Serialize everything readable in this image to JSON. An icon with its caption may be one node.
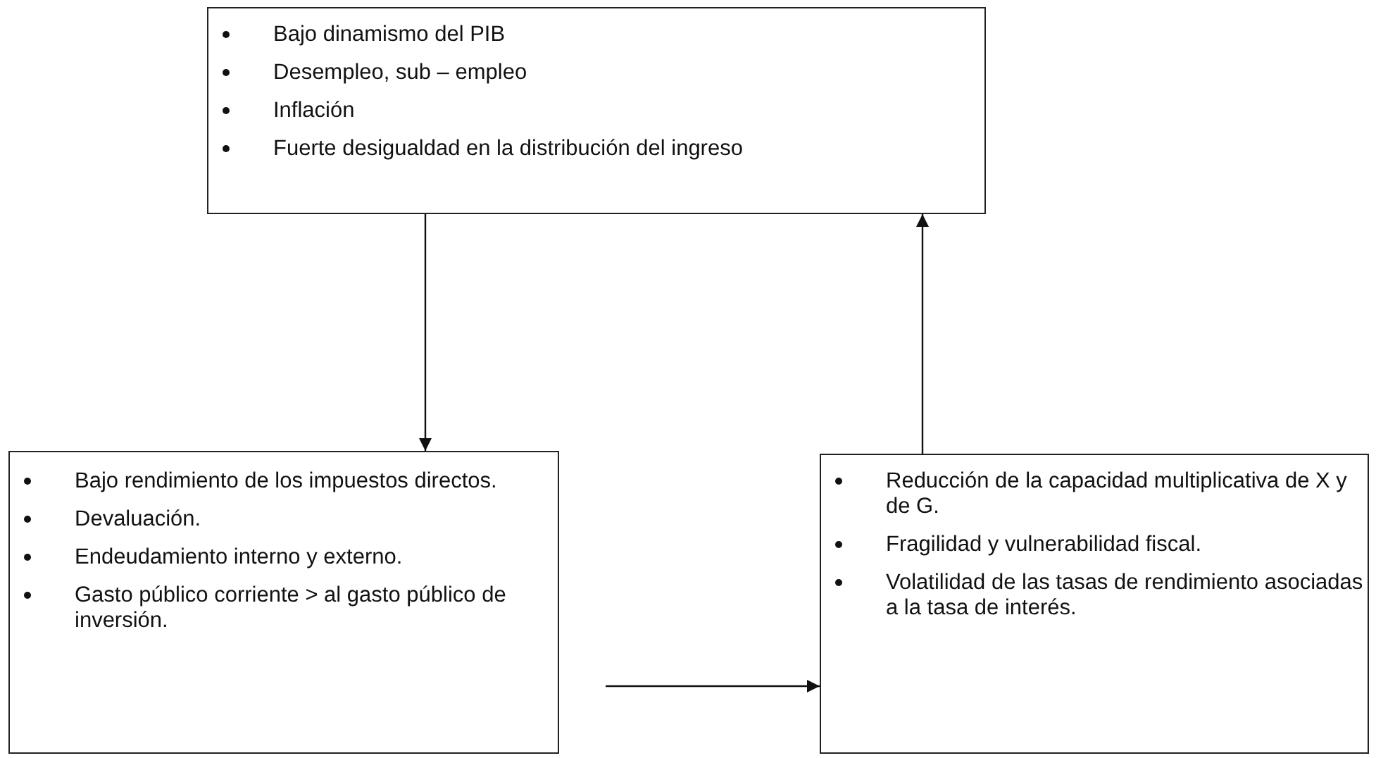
{
  "diagram": {
    "nodes": [
      {
        "text": [
          "Bajo dinamismo del PIB",
          "Desempleo, sub – empleo",
          "Inflación",
          "Fuerte desigualdad en la distribución del ingreso"
        ]
      },
      {
        "text": [
          "Bajo rendimiento de los impuestos directos.",
          "Devaluación.",
          "Endeudamiento interno y externo.",
          "Gasto público corriente > al gasto público de inversión."
        ]
      },
      {
        "text": [
          "Reducción de la capacidad multiplicativa de X y de G.",
          "Fragilidad y vulnerabilidad fiscal.",
          "Volatilidad de las tasas de rendimiento asociadas a la tasa de interés."
        ]
      }
    ],
    "edges": [
      {
        "from": 0,
        "to": 1,
        "arrow": "to"
      },
      {
        "from": 1,
        "to": 2,
        "arrow": "to"
      },
      {
        "from": 2,
        "to": 0,
        "arrow": "to"
      }
    ]
  }
}
